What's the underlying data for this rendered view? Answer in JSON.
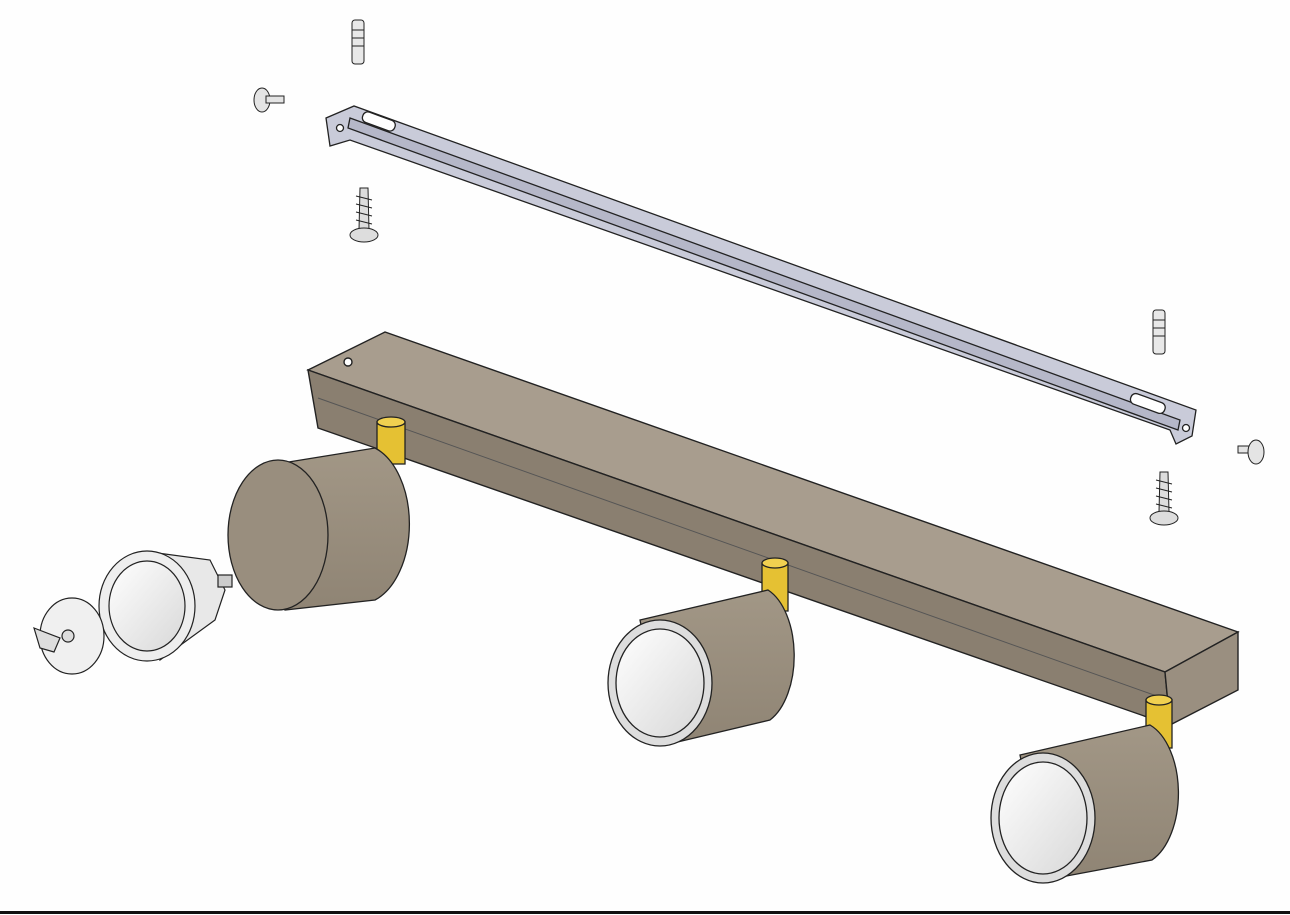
{
  "colors": {
    "housing": "#9a8f80",
    "housing_top": "#a89d8e",
    "housing_dark": "#8a7f70",
    "bracket": "#c9cbd9",
    "stem": "#e5c133",
    "lens": "#f2f2f2",
    "outline": "#222222"
  },
  "parts": [
    "mounting-bracket",
    "wall-plug",
    "screw",
    "washer-screw",
    "fixture-body",
    "spotlight",
    "gu10-bulb",
    "bulb-holder"
  ]
}
